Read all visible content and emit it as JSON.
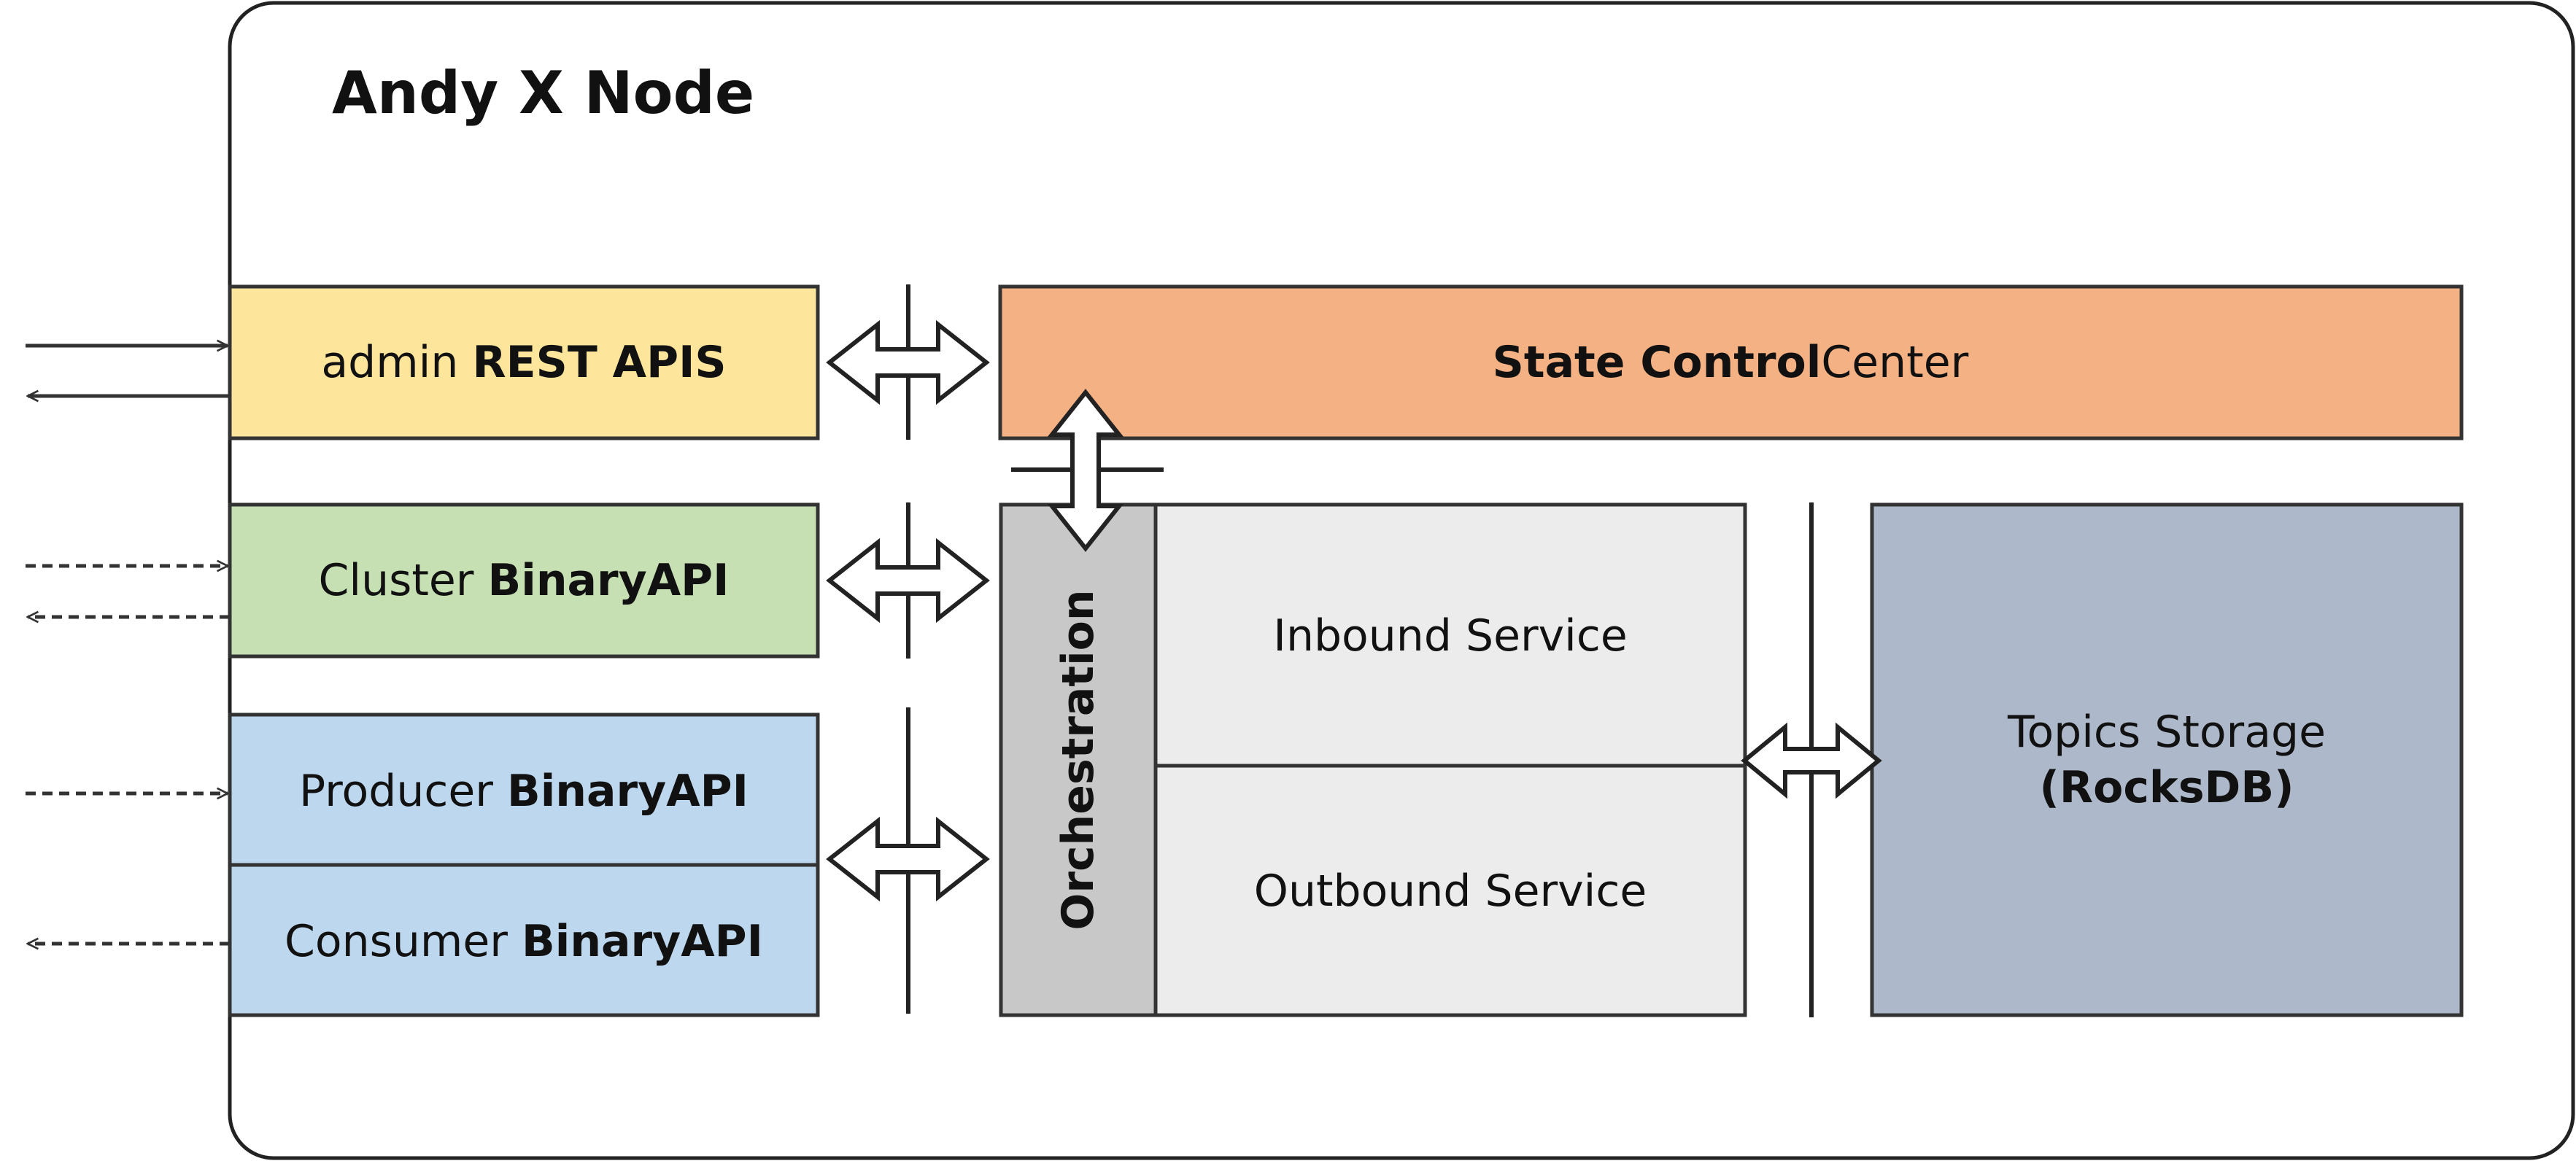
{
  "title": "Andy X Node",
  "blocks": {
    "admin": {
      "prefix": "admin ",
      "bold": "REST APIS",
      "color": "#fde69c"
    },
    "cluster": {
      "prefix": "Cluster ",
      "bold": "BinaryAPI",
      "color": "#c6e0b4"
    },
    "producer": {
      "prefix": "Producer ",
      "bold": "BinaryAPI",
      "color": "#bdd7ee"
    },
    "consumer": {
      "prefix": "Consumer ",
      "bold": "BinaryAPI",
      "color": "#bdd7ee"
    },
    "state_control": {
      "bold": "State Control",
      "suffix": "Center",
      "color": "#f4b183"
    },
    "orchestration": {
      "label": "Orchestration",
      "color": "#c8c8c8"
    },
    "inbound": {
      "label": "Inbound Service",
      "color": "#ececec"
    },
    "outbound": {
      "label": "Outbound Service",
      "color": "#ececec"
    },
    "topics_storage": {
      "label": "Topics Storage",
      "bold": "(RocksDB)",
      "color": "#adb9ca"
    }
  },
  "colors": {
    "stroke": "#333333",
    "background": "#ffffff"
  },
  "connections": {
    "admin_external": "solid",
    "cluster_external": "dashed",
    "producer_external": "dashed",
    "consumer_external": "dashed"
  }
}
